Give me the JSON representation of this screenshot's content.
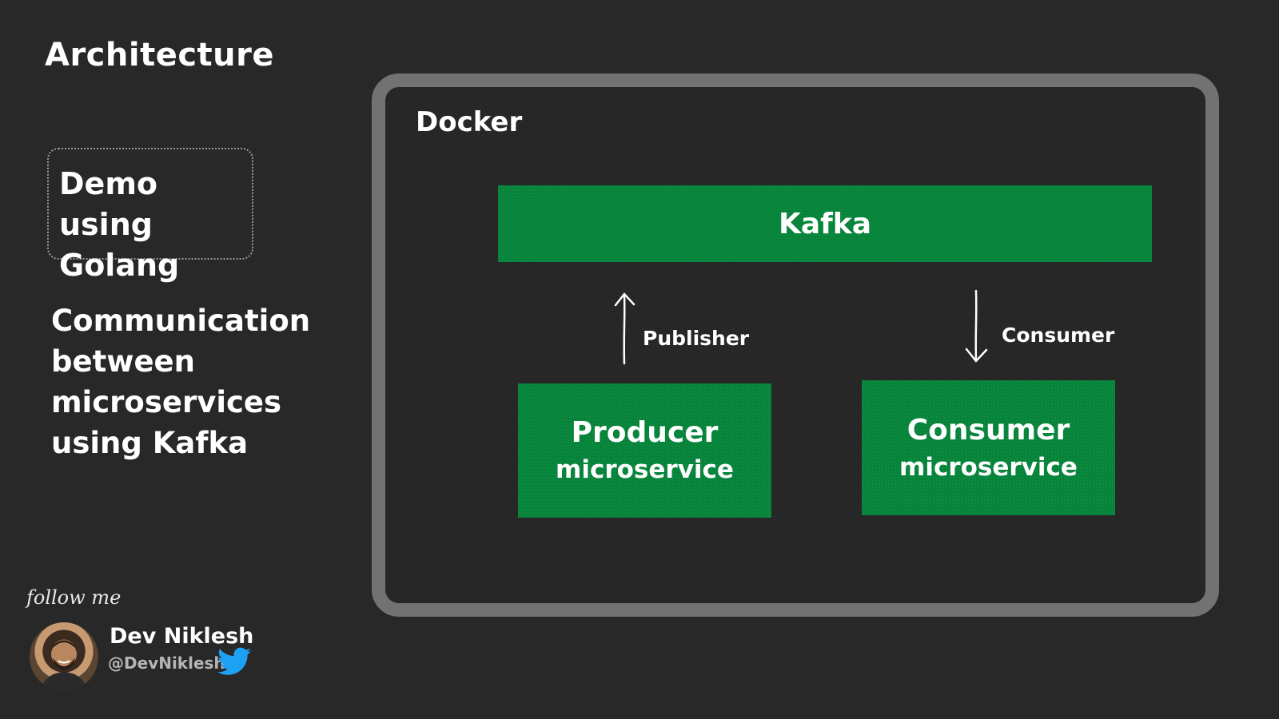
{
  "slide": {
    "title": "Architecture",
    "demo_line1": "Demo using",
    "demo_line2": "Golang",
    "description_lines": [
      "Communication",
      "between",
      "microservices",
      "using Kafka"
    ]
  },
  "diagram": {
    "container_label": "Docker",
    "broker_label": "Kafka",
    "producer": {
      "name": "Producer",
      "sub": "microservice"
    },
    "consumer": {
      "name": "Consumer",
      "sub": "microservice"
    },
    "publish_label": "Publisher",
    "consume_label": "Consumer"
  },
  "author": {
    "follow_text": "follow me",
    "name": "Dev Niklesh",
    "handle": "@DevNiklesh"
  },
  "icons": {
    "social": "twitter-icon",
    "avatar": "avatar"
  },
  "colors": {
    "background": "#282828",
    "green": "#06843a",
    "frame": "#727272",
    "twitter": "#1da1f2"
  }
}
